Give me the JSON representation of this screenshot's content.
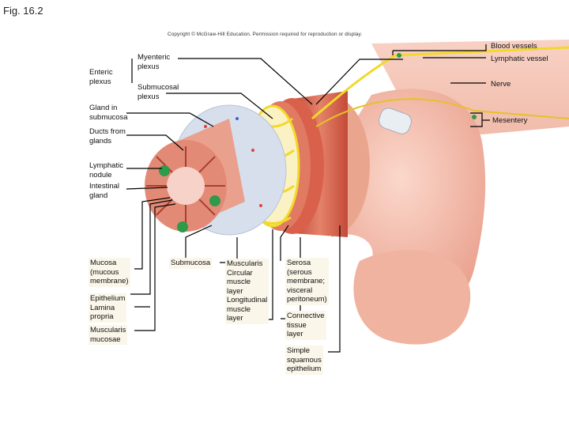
{
  "figure": {
    "title": "Fig. 16.2",
    "copyright": "Copyright © McGraw-Hill Education. Permission required for reproduction or display."
  },
  "labels": {
    "blood_vessels": "Blood vessels",
    "lymphatic_vessel": "Lymphatic vessel",
    "nerve": "Nerve",
    "mesentery": "Mesentery",
    "myenteric_plexus": "Myenteric\nplexus",
    "enteric_plexus": "Enteric\nplexus",
    "submucosal_plexus": "Submucosal\nplexus",
    "gland_in_submucosa": "Gland in\nsubmucosa",
    "ducts_from_glands": "Ducts from\nglands",
    "lymphatic_nodule": "Lymphatic\nnodule",
    "intestinal_gland": "Intestinal\ngland",
    "mucosa": "Mucosa\n(mucous\nmembrane)",
    "epithelium_lamina_propria": "Epithelium\nLamina\npropria",
    "muscularis_mucosae": "Muscularis\nmucosae",
    "submucosa": "Submucosa",
    "muscularis": "Muscularis\nCircular\nmuscle\nlayer\nLongitudinal\nmuscle\nlayer",
    "serosa": "Serosa\n(serous\nmembrane;\nvisceral\nperitoneum)",
    "connective_tissue_layer": "Connective\ntissue\nlayer",
    "simple_squamous_epithelium": "Simple\nsquamous\nepithelium"
  },
  "colors": {
    "tissue_pink": "#f2b9a8",
    "muscle_red": "#d9604a",
    "submucosa_blue": "#cfd8e6",
    "nerve_yellow": "#f4e24a",
    "nodule_green": "#2e9a4a",
    "leader_line": "#000000"
  }
}
